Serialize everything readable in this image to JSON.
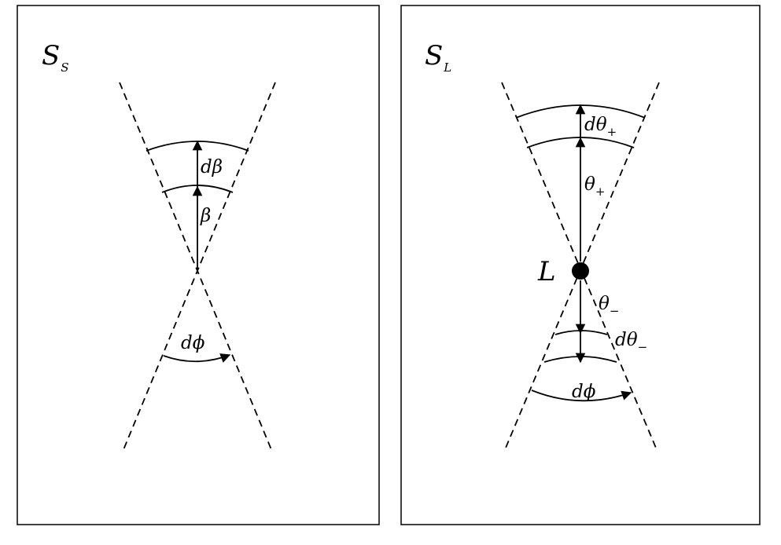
{
  "panels": [
    {
      "title": {
        "base": "S",
        "sub": "S"
      },
      "labels": {
        "dbeta": "dβ",
        "beta": "β",
        "dphi": "dϕ"
      }
    },
    {
      "title": {
        "base": "S",
        "sub": "L"
      },
      "point_label": "L",
      "labels": {
        "dtheta_plus": {
          "base": "dθ",
          "sub": "+"
        },
        "theta_plus": {
          "base": "θ",
          "sub": "+"
        },
        "theta_minus": {
          "base": "θ",
          "sub": "−"
        },
        "dtheta_minus": {
          "base": "dθ",
          "sub": "−"
        },
        "dphi": "dϕ"
      }
    }
  ]
}
